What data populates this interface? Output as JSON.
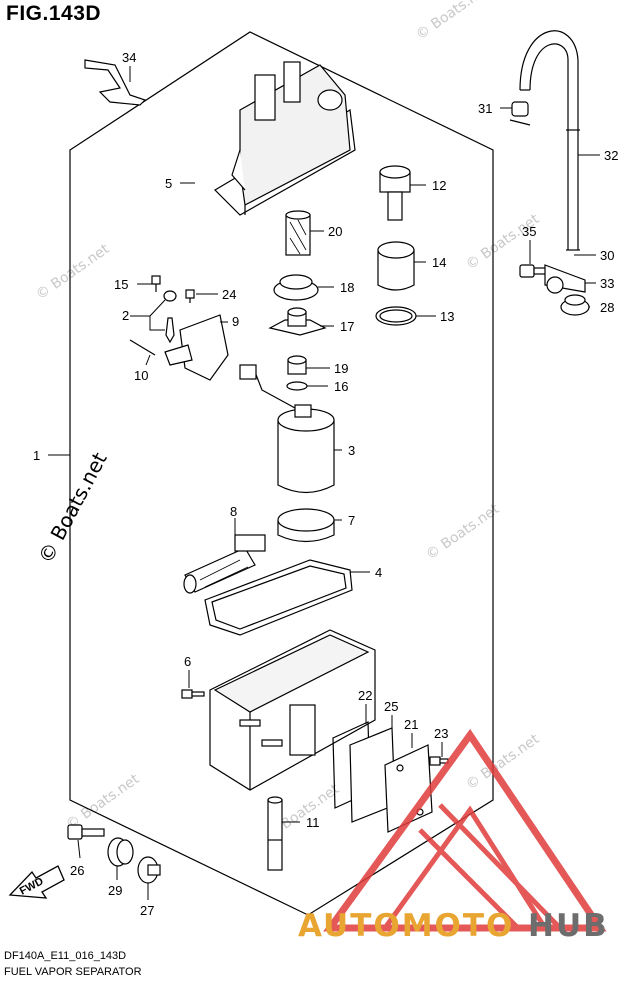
{
  "figure": {
    "title": "FIG.143D",
    "code": "DF140A_E11_016_143D",
    "subtitle": "FUEL VAPOR SEPARATOR"
  },
  "fwd_label": "FWD",
  "watermark_text": "© Boats.net",
  "brand": {
    "part1": "AUTOMOTO",
    "part2": "HUB",
    "color1": "#e8a531",
    "color2": "#6d6d6d",
    "logo_color": "#e03c3c"
  },
  "callouts": [
    {
      "id": "c1",
      "label": "1"
    },
    {
      "id": "c2",
      "label": "2"
    },
    {
      "id": "c3",
      "label": "3"
    },
    {
      "id": "c4",
      "label": "4"
    },
    {
      "id": "c5",
      "label": "5"
    },
    {
      "id": "c6",
      "label": "6"
    },
    {
      "id": "c7",
      "label": "7"
    },
    {
      "id": "c8",
      "label": "8"
    },
    {
      "id": "c9",
      "label": "9"
    },
    {
      "id": "c10",
      "label": "10"
    },
    {
      "id": "c11",
      "label": "11"
    },
    {
      "id": "c12",
      "label": "12"
    },
    {
      "id": "c13",
      "label": "13"
    },
    {
      "id": "c14",
      "label": "14"
    },
    {
      "id": "c15",
      "label": "15"
    },
    {
      "id": "c16",
      "label": "16"
    },
    {
      "id": "c17",
      "label": "17"
    },
    {
      "id": "c18",
      "label": "18"
    },
    {
      "id": "c19",
      "label": "19"
    },
    {
      "id": "c20",
      "label": "20"
    },
    {
      "id": "c21",
      "label": "21"
    },
    {
      "id": "c22",
      "label": "22"
    },
    {
      "id": "c23",
      "label": "23"
    },
    {
      "id": "c24",
      "label": "24"
    },
    {
      "id": "c25",
      "label": "25"
    },
    {
      "id": "c26",
      "label": "26"
    },
    {
      "id": "c27",
      "label": "27"
    },
    {
      "id": "c28",
      "label": "28"
    },
    {
      "id": "c29",
      "label": "29"
    },
    {
      "id": "c30",
      "label": "30"
    },
    {
      "id": "c31",
      "label": "31"
    },
    {
      "id": "c32",
      "label": "32"
    },
    {
      "id": "c33",
      "label": "33"
    },
    {
      "id": "c34",
      "label": "34"
    },
    {
      "id": "c35",
      "label": "35"
    }
  ]
}
